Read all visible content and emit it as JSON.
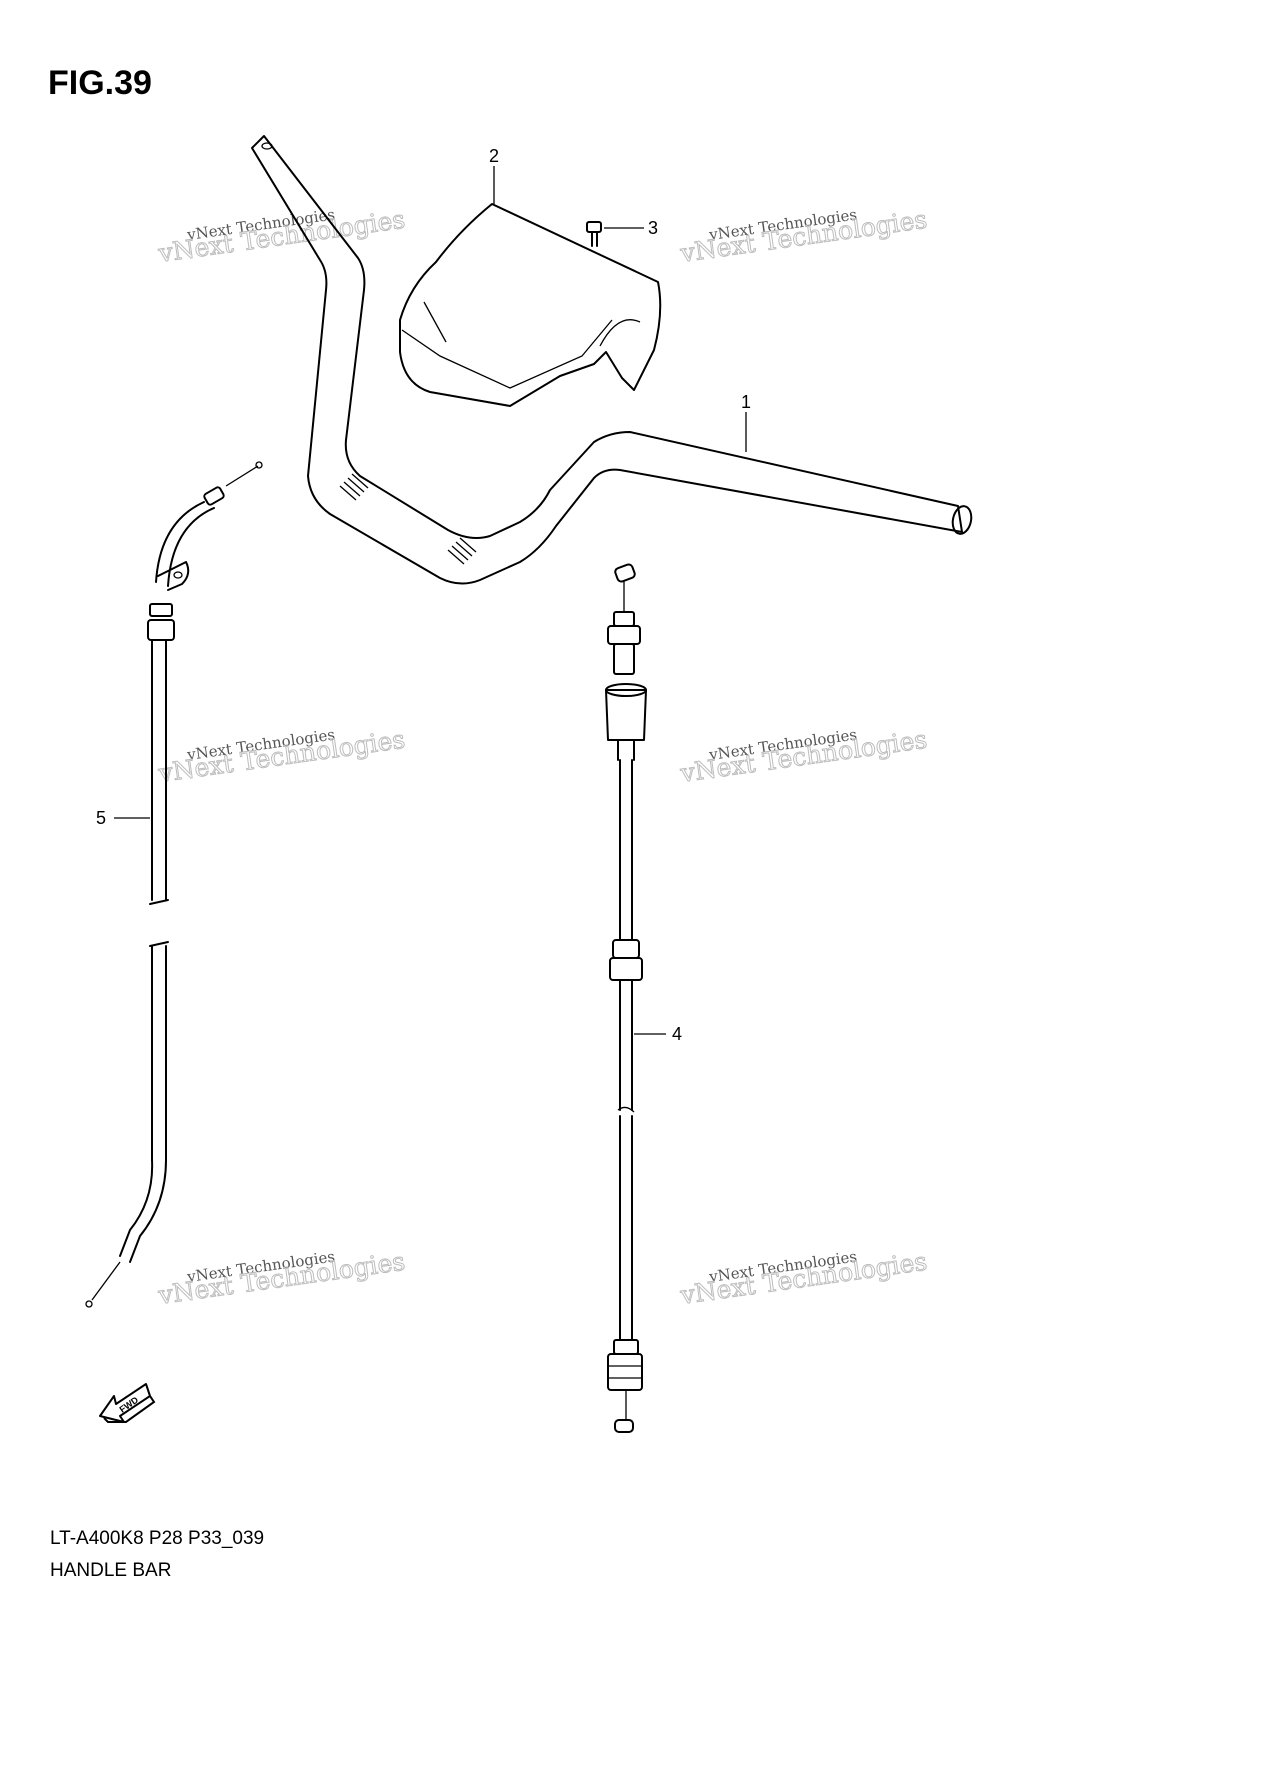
{
  "figure": {
    "title": "FIG.39",
    "model_code": "LT-A400K8 P28 P33_039",
    "section_name": "HANDLE BAR"
  },
  "callouts": [
    {
      "number": "1",
      "part": "handlebar"
    },
    {
      "number": "2",
      "part": "handlebar-cover"
    },
    {
      "number": "3",
      "part": "screw"
    },
    {
      "number": "4",
      "part": "cable"
    },
    {
      "number": "5",
      "part": "cable"
    }
  ],
  "watermark": {
    "line_small": "vNext Technologies",
    "line_big": "vNext Technologies"
  },
  "fwd_label": "FWD",
  "colors": {
    "line": "#000000",
    "background": "#ffffff",
    "watermark": "#bdbdbd"
  }
}
